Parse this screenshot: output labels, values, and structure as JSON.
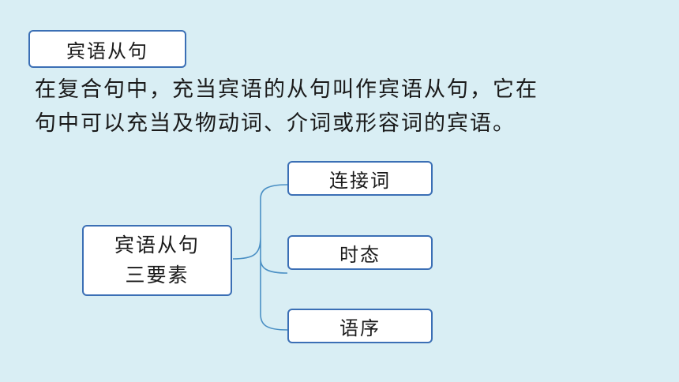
{
  "title": "宾语从句",
  "paragraph": {
    "lines": [
      "在复合句中，充当宾语的从句叫作宾语从句，它在",
      "句中可以充当及物动词、介词或形容词的宾语。"
    ]
  },
  "diagram": {
    "center": {
      "line1": "宾语从句",
      "line2": "三要素"
    },
    "branches": [
      "连接词",
      "时态",
      "语序"
    ],
    "colors": {
      "border": "#3b6fb5",
      "connector": "#4a8fc4",
      "background": "#d9eef4"
    }
  }
}
